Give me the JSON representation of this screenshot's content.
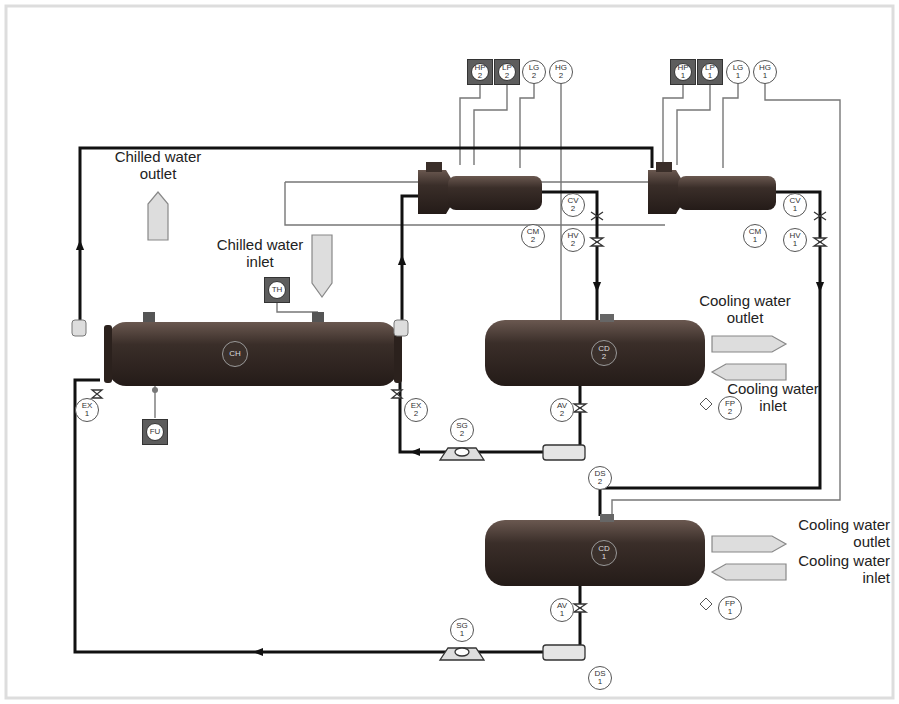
{
  "diagram": {
    "nodes": [
      {
        "text": [
          "HP 2"
        ]
      },
      {
        "text": [
          "LP 2"
        ]
      },
      {
        "text": [
          "LG 2"
        ]
      },
      {
        "text": [
          "HG 2"
        ]
      },
      {
        "text": [
          "HP 1"
        ]
      },
      {
        "text": [
          "LP 1"
        ]
      },
      {
        "text": [
          "LG 1"
        ]
      },
      {
        "text": [
          "HG 1"
        ]
      },
      {
        "text": [
          "CV 2"
        ]
      },
      {
        "text": [
          "CM 2"
        ]
      },
      {
        "text": [
          "HV 2"
        ]
      },
      {
        "text": [
          "CV 1"
        ]
      },
      {
        "text": [
          "CM 1"
        ]
      },
      {
        "text": [
          "HV 1"
        ]
      },
      {
        "text": [
          "TH"
        ]
      },
      {
        "text": [
          "CH"
        ]
      },
      {
        "text": [
          "EX 1"
        ]
      },
      {
        "text": [
          "EX 2"
        ]
      },
      {
        "text": [
          "CD 2"
        ]
      },
      {
        "text": [
          "AV 2"
        ]
      },
      {
        "text": [
          "FP 2"
        ]
      },
      {
        "text": [
          "FU"
        ]
      },
      {
        "text": [
          "SG 2"
        ]
      },
      {
        "text": [
          "DS 2"
        ]
      },
      {
        "text": [
          "CD 1"
        ]
      },
      {
        "text": [
          "AV 1"
        ]
      },
      {
        "text": [
          "FP 1"
        ]
      },
      {
        "text": [
          "SG 1"
        ]
      },
      {
        "text": [
          "DS 1"
        ]
      }
    ],
    "labels": [
      "Chilled water outlet",
      "Chilled water inlet",
      "Cooling water outlet",
      "Cooling water inlet",
      "Cooling water outlet",
      "Cooling water inlet"
    ]
  }
}
